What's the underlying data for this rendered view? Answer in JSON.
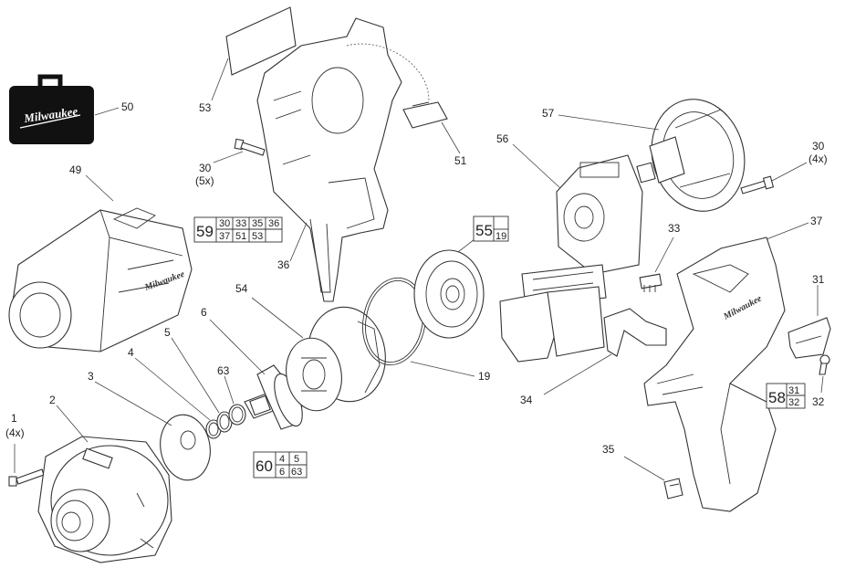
{
  "brand": {
    "logo_text": "Milwaukee",
    "case_color": "#111111"
  },
  "callouts": {
    "c1": "1",
    "c1q": "(4x)",
    "c2": "2",
    "c3": "3",
    "c4": "4",
    "c5": "5",
    "c6": "6",
    "c19": "19",
    "c30a": "30",
    "c30aq": "(5x)",
    "c30b": "30",
    "c30bq": "(4x)",
    "c31": "31",
    "c32": "32",
    "c33": "33",
    "c34": "34",
    "c35": "35",
    "c36": "36",
    "c37": "37",
    "c49": "49",
    "c50": "50",
    "c51": "51",
    "c53": "53",
    "c54": "54",
    "c56": "56",
    "c57": "57",
    "c63": "63"
  },
  "kits": {
    "k59": {
      "id": "59",
      "parts": [
        "30",
        "33",
        "35",
        "36",
        "37",
        "51",
        "53"
      ]
    },
    "k55": {
      "id": "55",
      "parts": [
        "19"
      ]
    },
    "k60": {
      "id": "60",
      "parts": [
        "4",
        "5",
        "6",
        "63"
      ]
    },
    "k58": {
      "id": "58",
      "parts": [
        "31",
        "32"
      ]
    }
  }
}
